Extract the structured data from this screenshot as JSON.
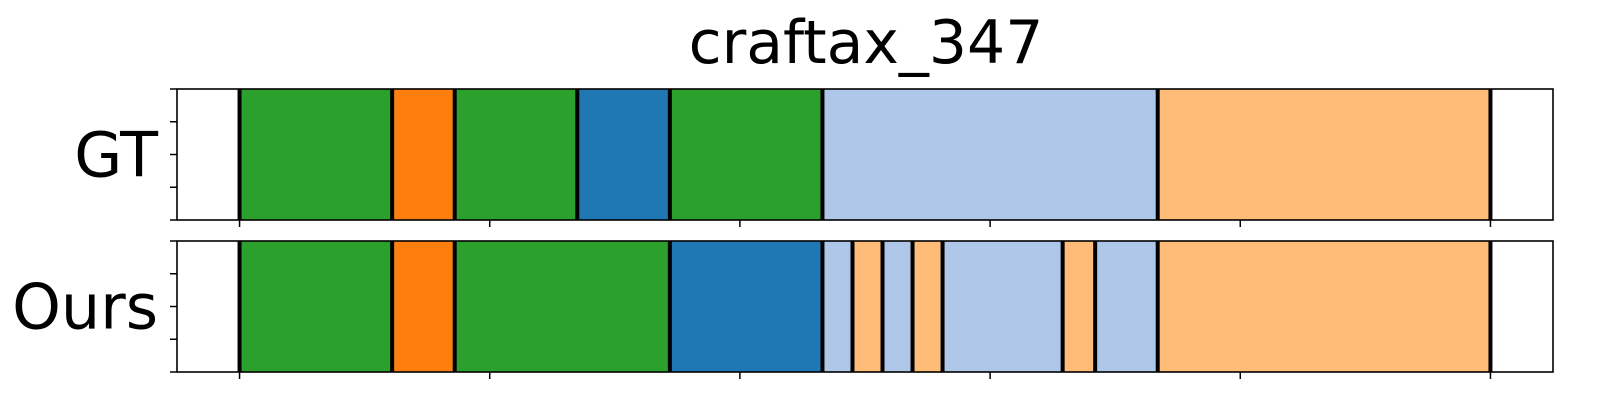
{
  "chart_data": {
    "type": "segmentation",
    "title": "craftax_347",
    "x_range": [
      -25,
      525
    ],
    "rows": [
      {
        "label": "GT",
        "segments": [
          {
            "start": 0,
            "end": 61,
            "color": "#2ca02c"
          },
          {
            "start": 61,
            "end": 86,
            "color": "#ff7f0e"
          },
          {
            "start": 86,
            "end": 135,
            "color": "#2ca02c"
          },
          {
            "start": 135,
            "end": 172,
            "color": "#1f77b4"
          },
          {
            "start": 172,
            "end": 233,
            "color": "#2ca02c"
          },
          {
            "start": 233,
            "end": 367,
            "color": "#aec7e8"
          },
          {
            "start": 367,
            "end": 500,
            "color": "#ffbb78"
          }
        ]
      },
      {
        "label": "Ours",
        "segments": [
          {
            "start": 0,
            "end": 61,
            "color": "#2ca02c"
          },
          {
            "start": 61,
            "end": 86,
            "color": "#ff7f0e"
          },
          {
            "start": 86,
            "end": 172,
            "color": "#2ca02c"
          },
          {
            "start": 172,
            "end": 233,
            "color": "#1f77b4"
          },
          {
            "start": 233,
            "end": 245,
            "color": "#aec7e8"
          },
          {
            "start": 245,
            "end": 257,
            "color": "#ffbb78"
          },
          {
            "start": 257,
            "end": 269,
            "color": "#aec7e8"
          },
          {
            "start": 269,
            "end": 281,
            "color": "#ffbb78"
          },
          {
            "start": 281,
            "end": 329,
            "color": "#aec7e8"
          },
          {
            "start": 329,
            "end": 342,
            "color": "#ffbb78"
          },
          {
            "start": 342,
            "end": 367,
            "color": "#aec7e8"
          },
          {
            "start": 367,
            "end": 500,
            "color": "#ffbb78"
          }
        ]
      }
    ],
    "x_ticks": [
      0,
      100,
      200,
      300,
      400,
      500
    ],
    "tick_labels_shown": false,
    "grid": false,
    "legend": "none"
  }
}
